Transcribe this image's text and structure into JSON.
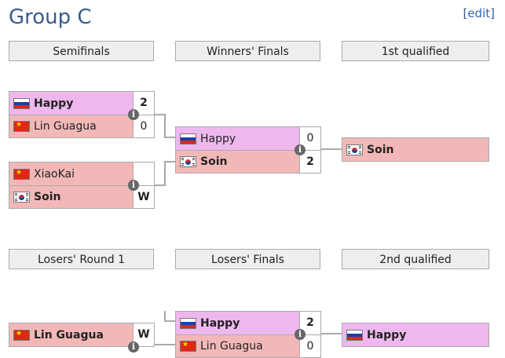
{
  "page": {
    "title": "Group C",
    "edit_open": "[",
    "edit_label": "edit",
    "edit_close": "]"
  },
  "headers": {
    "semifinals": "Semifinals",
    "winners_finals": "Winners' Finals",
    "first_qualified": "1st qualified",
    "losers_round1": "Losers' Round 1",
    "losers_finals": "Losers' Finals",
    "second_qualified": "2nd qualified"
  },
  "matches": {
    "semi1": {
      "p1": {
        "name": "Happy",
        "score": "2",
        "flag": "ru-flag-icon"
      },
      "p2": {
        "name": "Lin Guagua",
        "score": "0",
        "flag": "cn-flag-icon"
      }
    },
    "semi2": {
      "p1": {
        "name": "XiaoKai",
        "score": "",
        "flag": "cn-flag-icon"
      },
      "p2": {
        "name": "Soin",
        "score": "W",
        "flag": "kr-flag-icon"
      }
    },
    "winners_final": {
      "p1": {
        "name": "Happy",
        "score": "0",
        "flag": "ru-flag-icon"
      },
      "p2": {
        "name": "Soin",
        "score": "2",
        "flag": "kr-flag-icon"
      }
    },
    "first_qualified": {
      "name": "Soin",
      "flag": "kr-flag-icon"
    },
    "losers_r1": {
      "p1": {
        "name": "Lin Guagua",
        "score": "W",
        "flag": "cn-flag-icon"
      }
    },
    "losers_final": {
      "p1": {
        "name": "Happy",
        "score": "2",
        "flag": "ru-flag-icon"
      },
      "p2": {
        "name": "Lin Guagua",
        "score": "0",
        "flag": "cn-flag-icon"
      }
    },
    "second_qualified": {
      "name": "Happy",
      "flag": "ru-flag-icon"
    }
  },
  "icons": {
    "info": "i"
  },
  "colors": {
    "winner_bg": "#eeb8ee",
    "loser_bg": "#f2b8b8",
    "header_bg": "#eeeeee",
    "title": "#3a5a8c",
    "link": "#3366bb"
  }
}
